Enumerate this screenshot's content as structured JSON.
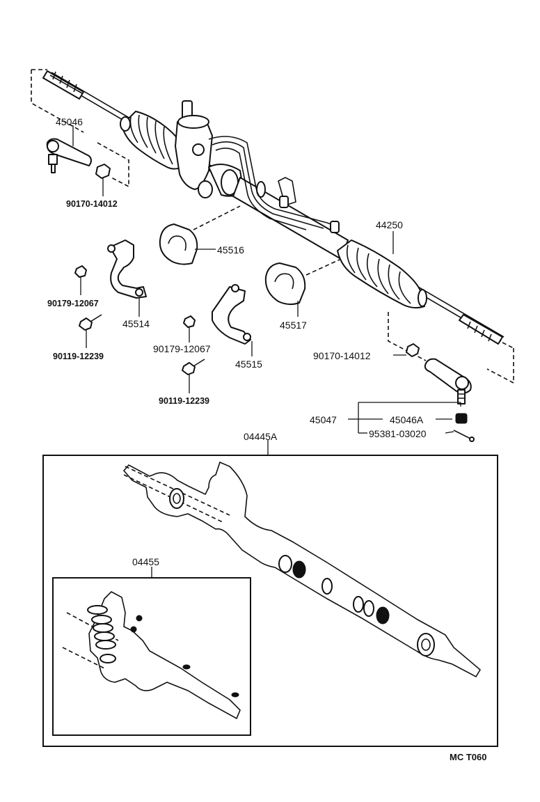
{
  "part_labels": {
    "p45046": "45046",
    "p90170_left": "90170-14012",
    "p45516": "45516",
    "p44250": "44250",
    "p90179_left": "90179-12067",
    "p45514": "45514",
    "p90119_left": "90119-12239",
    "p90179_mid": "90179-12067",
    "p45515": "45515",
    "p45517": "45517",
    "p90119_mid": "90119-12239",
    "p90170_right": "90170-14012",
    "p45047": "45047",
    "p45046A": "45046A",
    "p95381": "95381-03020",
    "p04445A": "04445A",
    "p04455": "04455"
  },
  "reference_code": "MC T060"
}
